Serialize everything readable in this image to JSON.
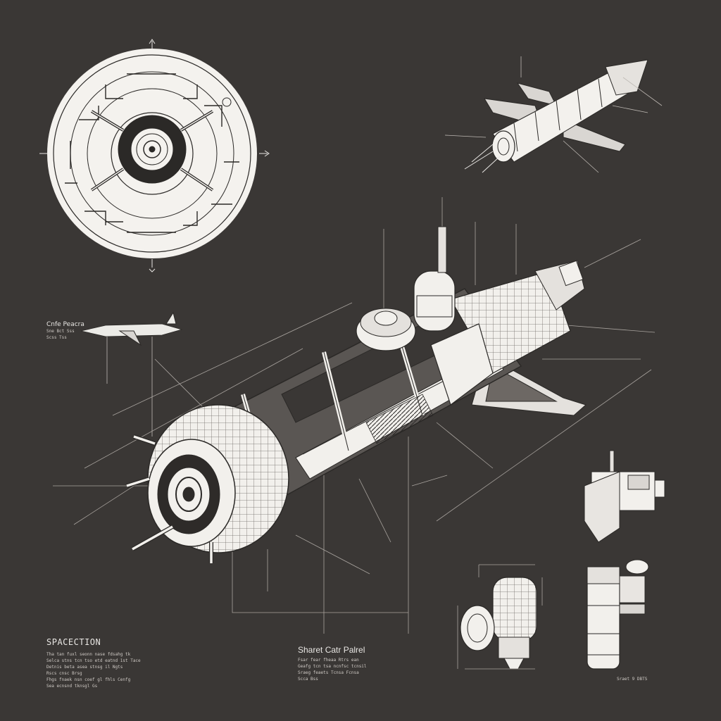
{
  "sheet": {
    "background": "#3a3735",
    "ink": "#ece9e5",
    "main_title": "SPACECTION",
    "main_notes": [
      "Tha tan fuxl seonn nase fdsahg tk",
      "Selca stns tcn tso etd eatnd 1st Tace",
      "Detnis beta asea stnsg il Ngts",
      "Rscs cnsc Brsg",
      "Fhgs fnaek nsn coef gl fhls Cenfg",
      "Sea ecnsnd tknsgl Gs"
    ],
    "panel_title": "Sharet Catr Palrel",
    "panel_notes": [
      "Fsar fear fheaa Rtrs ean",
      "Geafg tcn tsa ncnfsc tcnsil",
      "Sraeg feaets Tcnsa Fcnsa",
      "Scca Bss"
    ],
    "side_label": "Cnfe Peacra",
    "side_sub": [
      "Sne Bct Sss",
      "Scss Tss"
    ],
    "sheet_ref": "Sraet 9 DBTS"
  },
  "views": [
    {
      "name": "top-plan-view"
    },
    {
      "name": "isometric-small-view"
    },
    {
      "name": "side-profile-view"
    },
    {
      "name": "main-isometric-view"
    },
    {
      "name": "module-side-view"
    },
    {
      "name": "engine-detail-view"
    },
    {
      "name": "tank-section-view"
    }
  ]
}
